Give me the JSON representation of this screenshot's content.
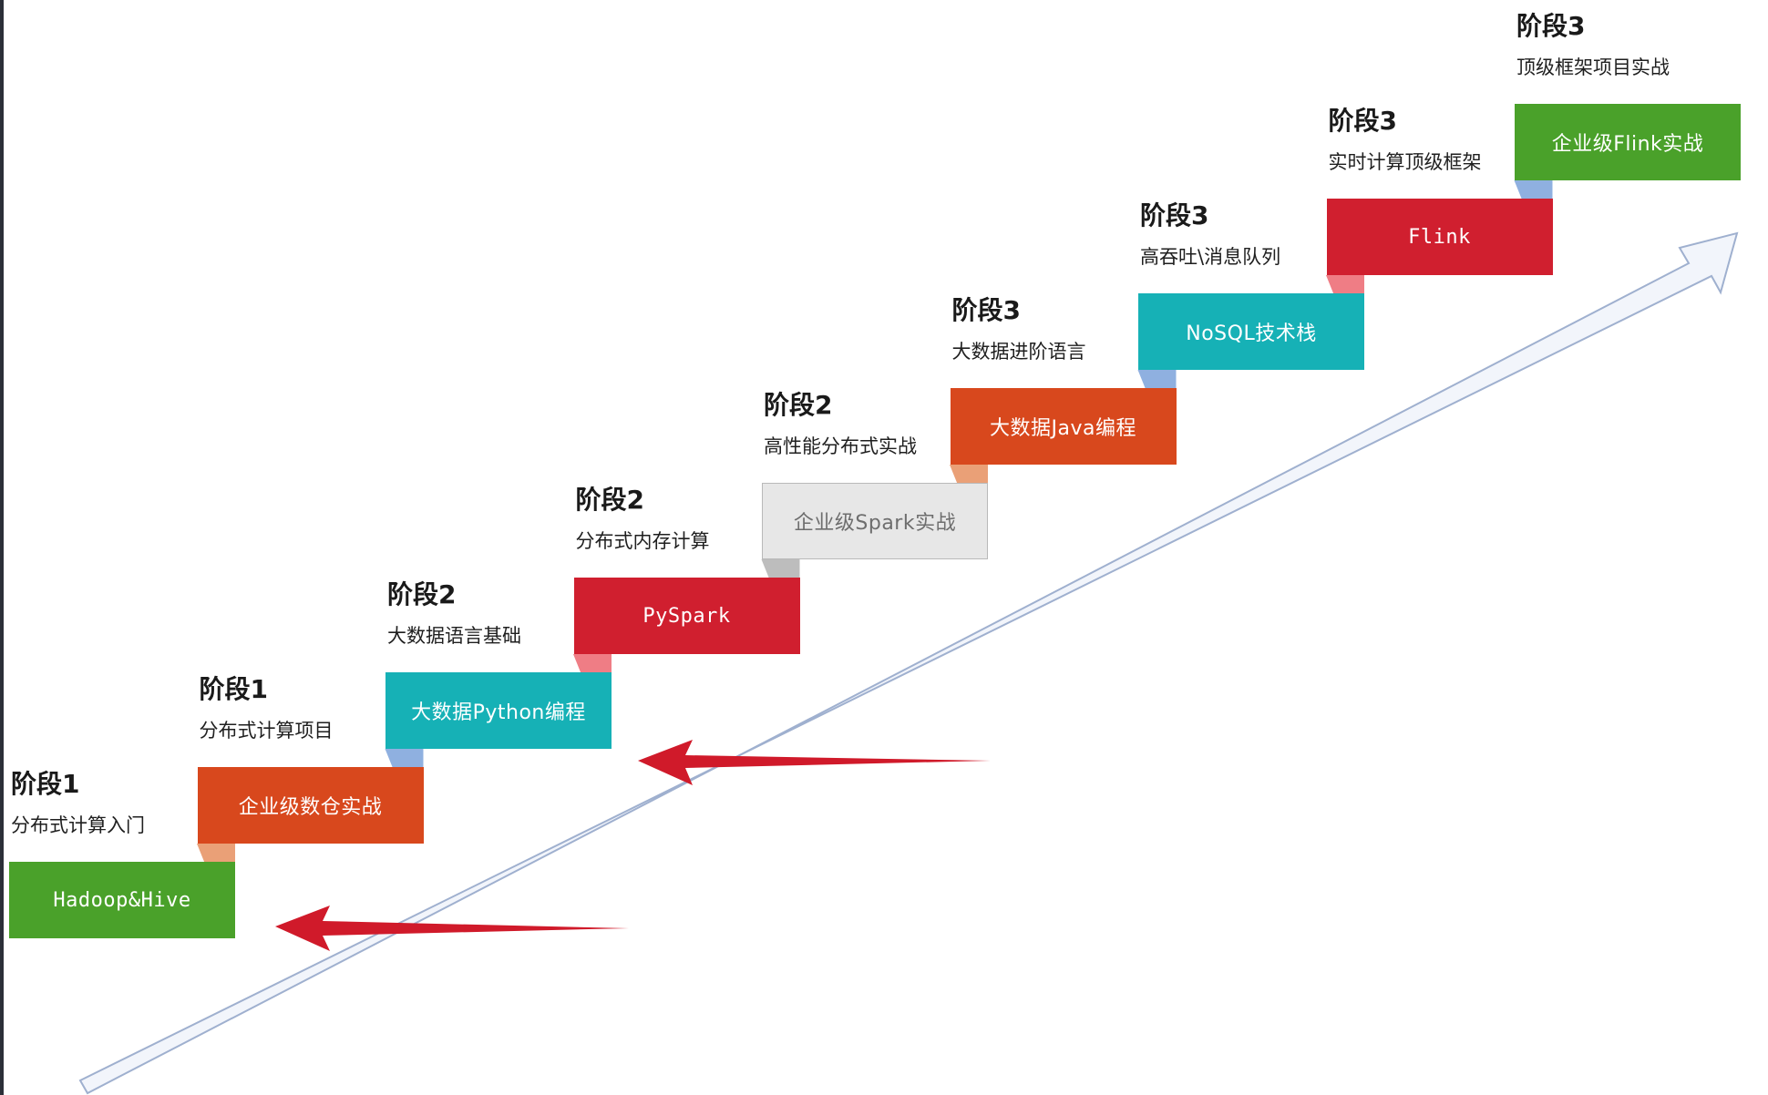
{
  "colors": {
    "green": "#4aa12a",
    "orange": "#d8481d",
    "teal": "#16b1b6",
    "red": "#d01f2f",
    "gray": "#e7e7e7",
    "arrow_red": "#d01a2a",
    "diag_arrow_fill": "#f2f5fb",
    "diag_arrow_stroke": "#9fb0cf",
    "fold_orange": "#eaa077",
    "fold_blue": "#8fb0e0",
    "fold_pink": "#ef7d85",
    "fold_gray": "#bdbdbd"
  },
  "steps": [
    {
      "stage": "阶段1",
      "subtitle": "分布式计算入门",
      "label": "Hadoop&Hive",
      "color": "green",
      "fold": "fold_orange"
    },
    {
      "stage": "阶段1",
      "subtitle": "分布式计算项目",
      "label": "企业级数仓实战",
      "color": "orange",
      "fold": "fold_blue"
    },
    {
      "stage": "阶段2",
      "subtitle": "大数据语言基础",
      "label": "大数据Python编程",
      "color": "teal",
      "fold": "fold_pink"
    },
    {
      "stage": "阶段2",
      "subtitle": "分布式内存计算",
      "label": "PySpark",
      "color": "red",
      "fold": "fold_gray"
    },
    {
      "stage": "阶段2",
      "subtitle": "高性能分布式实战",
      "label": "企业级Spark实战",
      "color": "gray",
      "fold": "fold_orange"
    },
    {
      "stage": "阶段3",
      "subtitle": "大数据进阶语言",
      "label": "大数据Java编程",
      "color": "orange",
      "fold": "fold_blue"
    },
    {
      "stage": "阶段3",
      "subtitle": "高吞吐\\消息队列",
      "label": "NoSQL技术栈",
      "color": "teal",
      "fold": "fold_pink"
    },
    {
      "stage": "阶段3",
      "subtitle": "实时计算顶级框架",
      "label": "Flink",
      "color": "red",
      "fold": "fold_blue"
    },
    {
      "stage": "阶段3",
      "subtitle": "顶级框架项目实战",
      "label": "企业级Flink实战",
      "color": "green",
      "fold": null
    }
  ]
}
